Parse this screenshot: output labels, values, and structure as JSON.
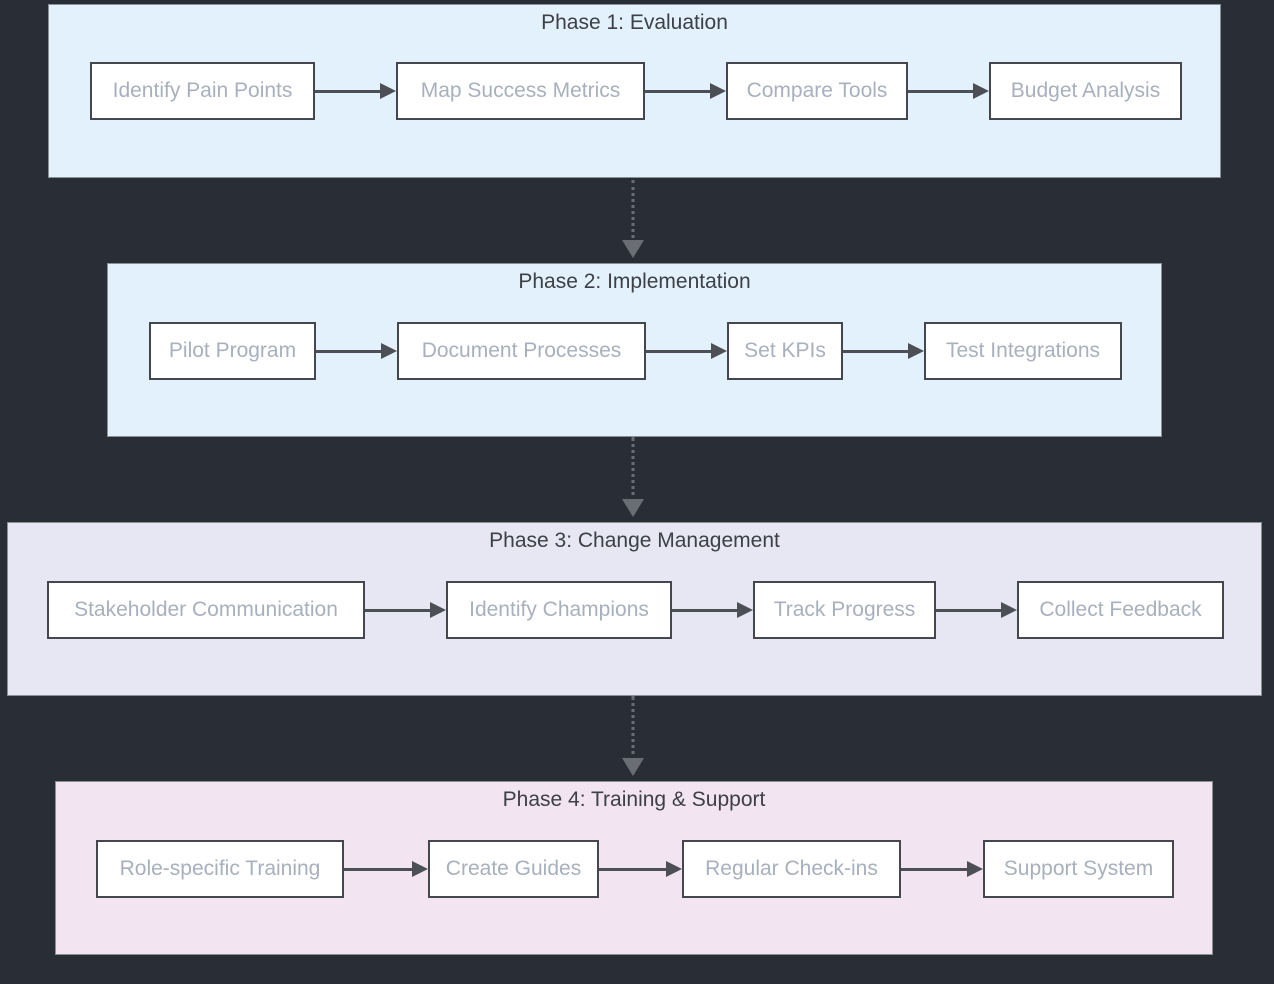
{
  "diagram": {
    "type": "flowchart",
    "direction": "phases stacked top-to-bottom, nodes left-to-right within each phase",
    "phases": [
      {
        "title": "Phase 1: Evaluation",
        "fill": "#e3f1fc",
        "nodes": [
          "Identify Pain Points",
          "Map Success Metrics",
          "Compare Tools",
          "Budget Analysis"
        ]
      },
      {
        "title": "Phase 2: Implementation",
        "fill": "#e3f1fc",
        "nodes": [
          "Pilot Program",
          "Document Processes",
          "Set KPIs",
          "Test Integrations"
        ]
      },
      {
        "title": "Phase 3: Change Management",
        "fill": "#e6e7f3",
        "nodes": [
          "Stakeholder Communication",
          "Identify Champions",
          "Track Progress",
          "Collect Feedback"
        ]
      },
      {
        "title": "Phase 4: Training & Support",
        "fill": "#f2e4f1",
        "nodes": [
          "Role-specific Training",
          "Create Guides",
          "Regular Check-ins",
          "Support System"
        ]
      }
    ],
    "edges": {
      "within_phase": "each node connects to the next with a solid arrow",
      "between_phases": [
        "Phase 1 -> Phase 2",
        "Phase 2 -> Phase 3",
        "Phase 3 -> Phase 4"
      ],
      "between_phases_style": "dotted vertical arrow"
    },
    "colors": {
      "page_background": "#292d36",
      "node_fill": "#ffffff",
      "node_border": "#44474e",
      "node_text": "#a8b0bd",
      "phase_title_text": "#3d4046",
      "phase_border": "#8b8f96",
      "solid_arrow": "#4c4f56",
      "dotted_connector": "#6a6d74"
    }
  }
}
